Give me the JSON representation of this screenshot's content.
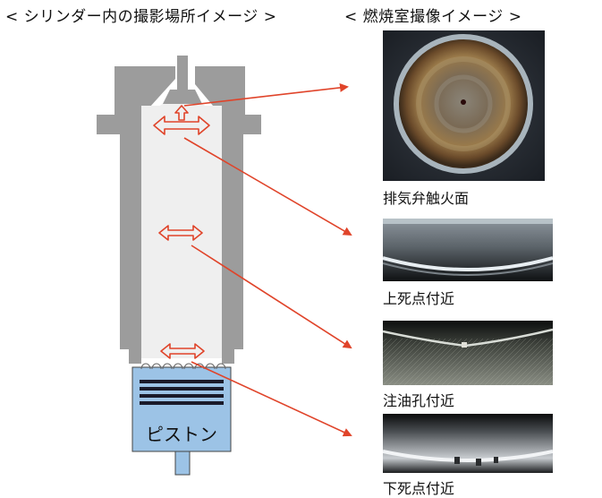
{
  "headings": {
    "left": "< シリンダー内の撮影場所イメージ >",
    "right": "< 燃焼室撮像イメージ >"
  },
  "piston": {
    "label": "ピストン"
  },
  "images": [
    {
      "caption": "排気弁触火面"
    },
    {
      "caption": "上死点付近"
    },
    {
      "caption": "注油孔付近"
    },
    {
      "caption": "下死点付近"
    }
  ],
  "colors": {
    "wall": "#9c9c9c",
    "bore": "#efefef",
    "piston": "#9cc3e6",
    "arrow": "#e0442a"
  }
}
